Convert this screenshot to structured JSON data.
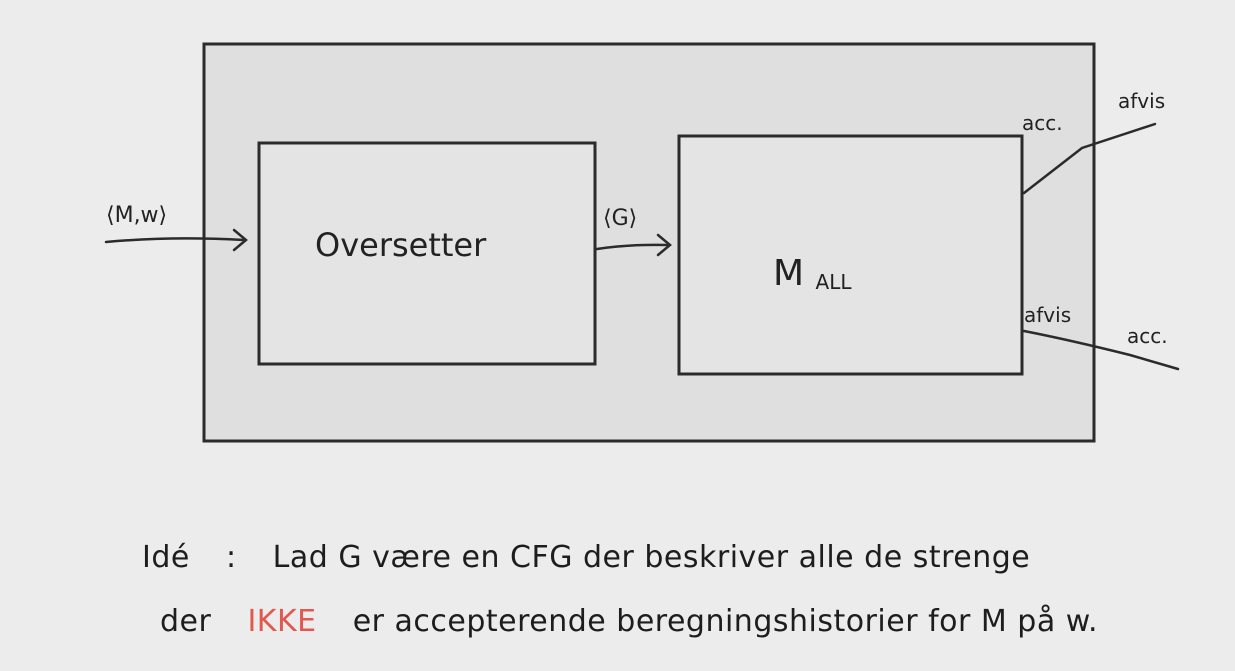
{
  "diagram": {
    "input_label": "⟨M,w⟩",
    "translator_label": "Oversetter",
    "mid_label": "⟨G⟩",
    "machine_label_main": "M",
    "machine_label_sub": "ALL",
    "out_top_inner": "acc.",
    "out_top_outer": "afvis",
    "out_bottom_inner": "afvis",
    "out_bottom_outer": "acc."
  },
  "note": {
    "line1": {
      "lead": "Idé",
      "colon": ":",
      "text": "Lad G være en CFG der beskriver alle de strenge"
    },
    "line2": {
      "pre": "der",
      "highlight": "IKKE",
      "post": "er accepterende beregningshistorier for M på w."
    },
    "highlight_color": "#e0584f"
  }
}
